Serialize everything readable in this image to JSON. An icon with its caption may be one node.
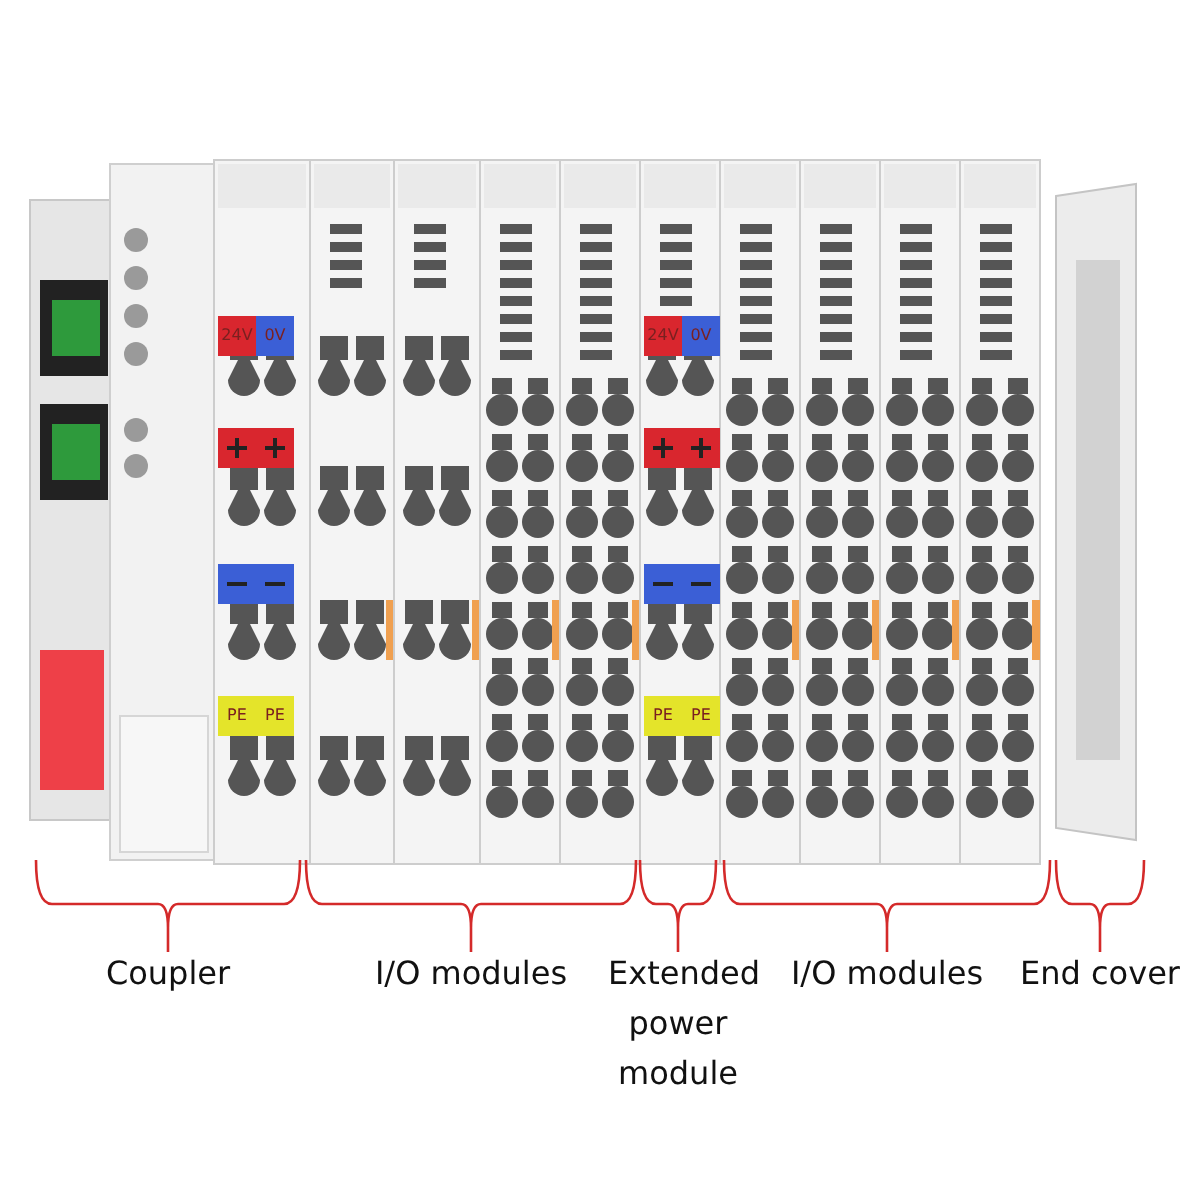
{
  "diagram": {
    "labels": [
      "24V",
      "0V",
      "24V",
      "0V",
      "PE",
      "PE",
      "PE",
      "PE",
      "Coupler",
      "I/O modules",
      "Extended power module",
      "I/O modules",
      "End cover"
    ]
  }
}
